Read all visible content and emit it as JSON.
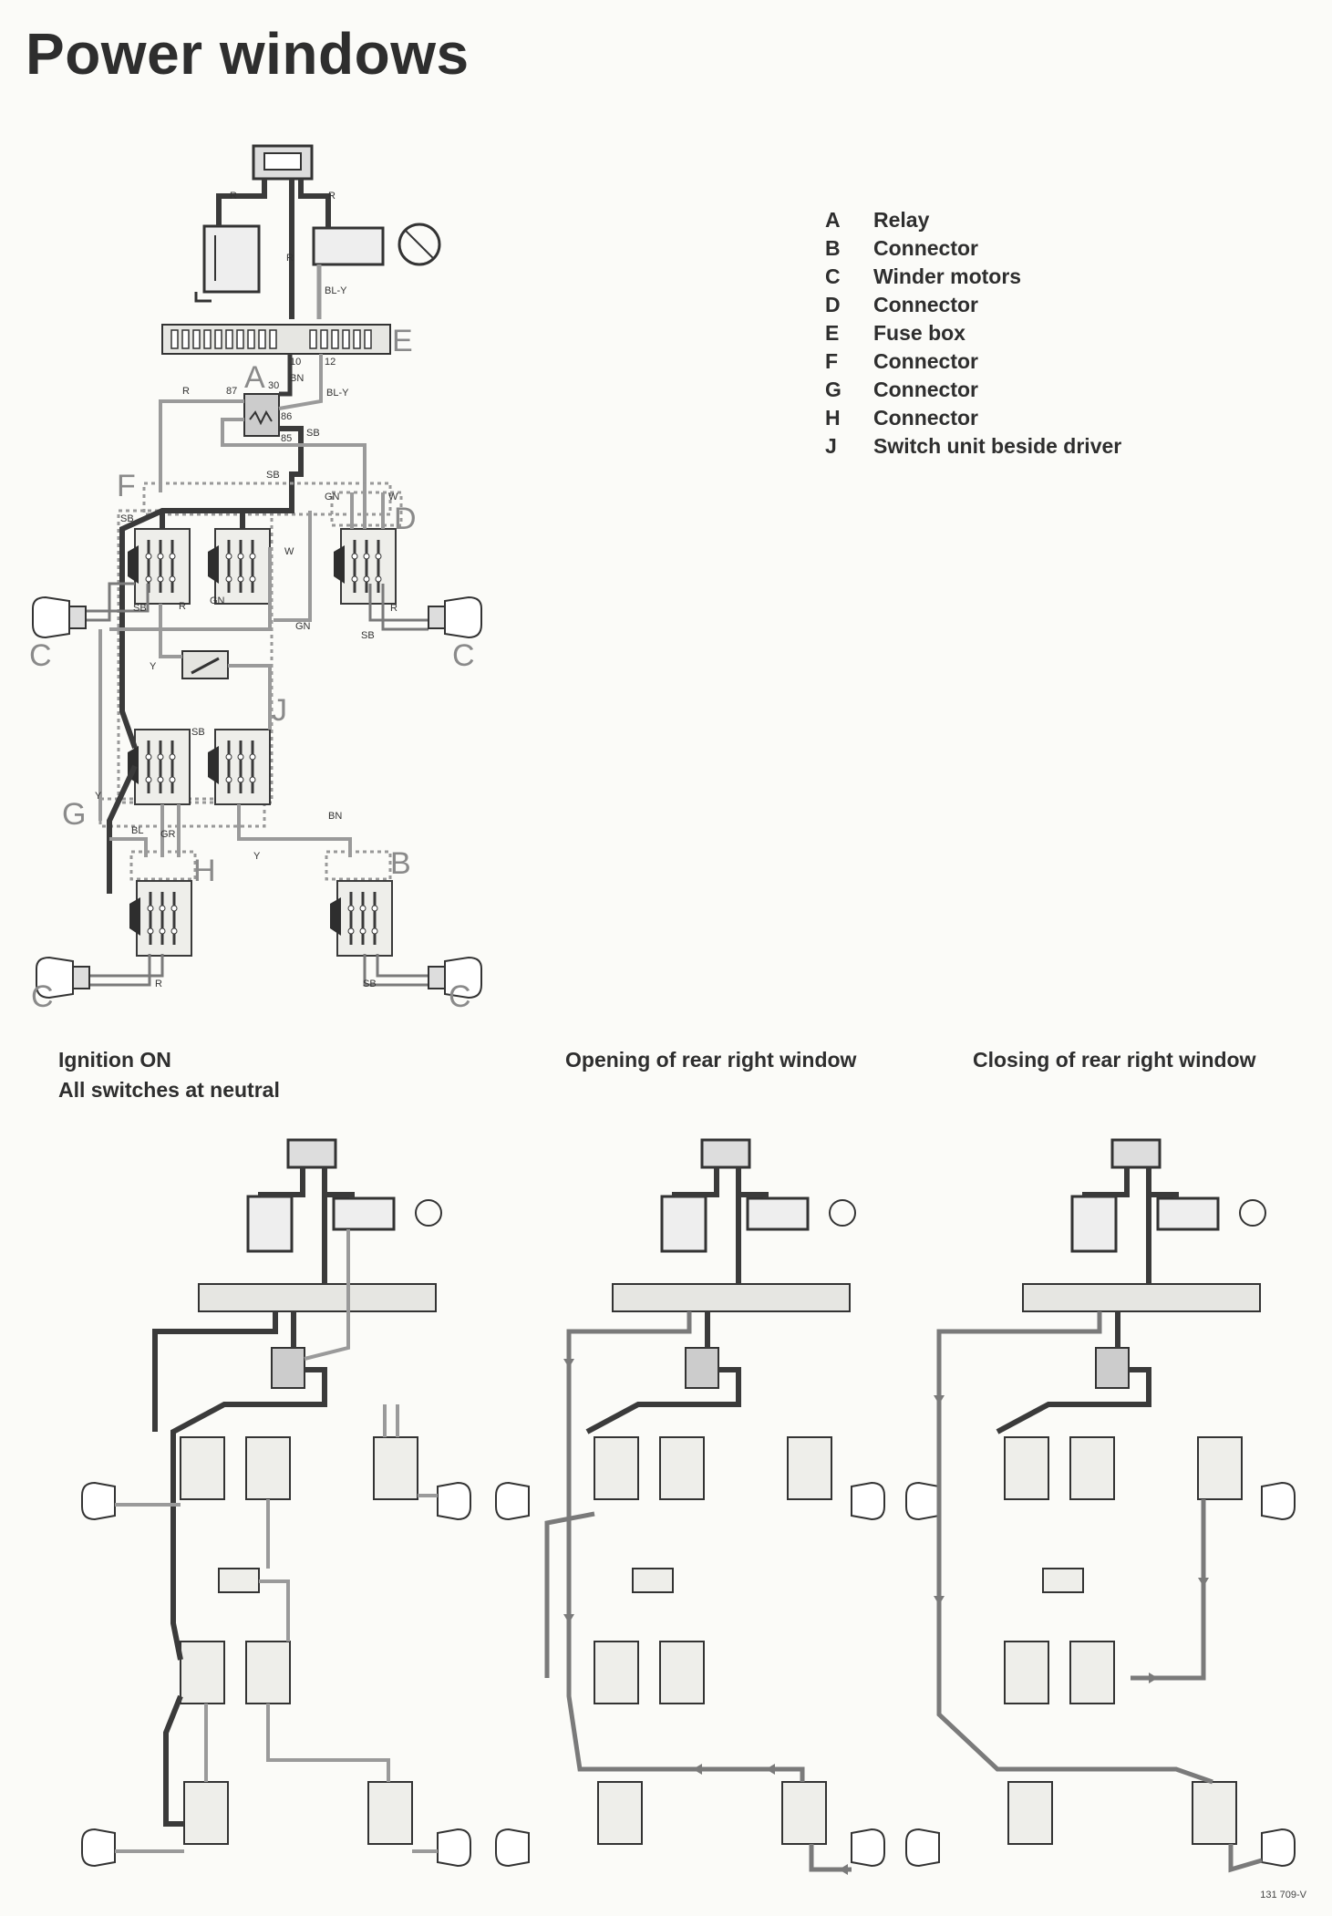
{
  "title": "Power windows",
  "legend": [
    {
      "key": "A",
      "text": "Relay"
    },
    {
      "key": "B",
      "text": "Connector"
    },
    {
      "key": "C",
      "text": "Winder motors"
    },
    {
      "key": "D",
      "text": "Connector"
    },
    {
      "key": "E",
      "text": "Fuse box"
    },
    {
      "key": "F",
      "text": "Connector"
    },
    {
      "key": "G",
      "text": "Connector"
    },
    {
      "key": "H",
      "text": "Connector"
    },
    {
      "key": "J",
      "text": "Switch unit beside driver"
    }
  ],
  "main_diagram": {
    "component_letters": [
      "A",
      "B",
      "C",
      "C",
      "C",
      "C",
      "D",
      "E",
      "F",
      "G",
      "H",
      "J"
    ],
    "wire_labels": [
      "R",
      "R",
      "R",
      "R",
      "BL-Y",
      "BL-Y",
      "BN",
      "BN",
      "SB",
      "SB",
      "SB",
      "SB",
      "GN",
      "GN",
      "GN",
      "W",
      "W",
      "Y",
      "Y",
      "Y",
      "BL",
      "GR",
      "R",
      "SB",
      "R",
      "SB",
      "R",
      "SB"
    ],
    "terminal_labels": [
      "10",
      "12",
      "87",
      "30",
      "86",
      "85"
    ]
  },
  "captions": {
    "neutral_line1": "Ignition ON",
    "neutral_line2": "All switches at neutral",
    "opening": "Opening of rear right window",
    "closing": "Closing of rear right window"
  },
  "figure_ref": "131 709-V",
  "colors": {
    "ink": "#2b2b2b",
    "wire_dark": "#3a3a3a",
    "wire_light": "#b9b9b9",
    "letter_grey": "#8a8a8a",
    "paper": "#fbfbf8"
  }
}
